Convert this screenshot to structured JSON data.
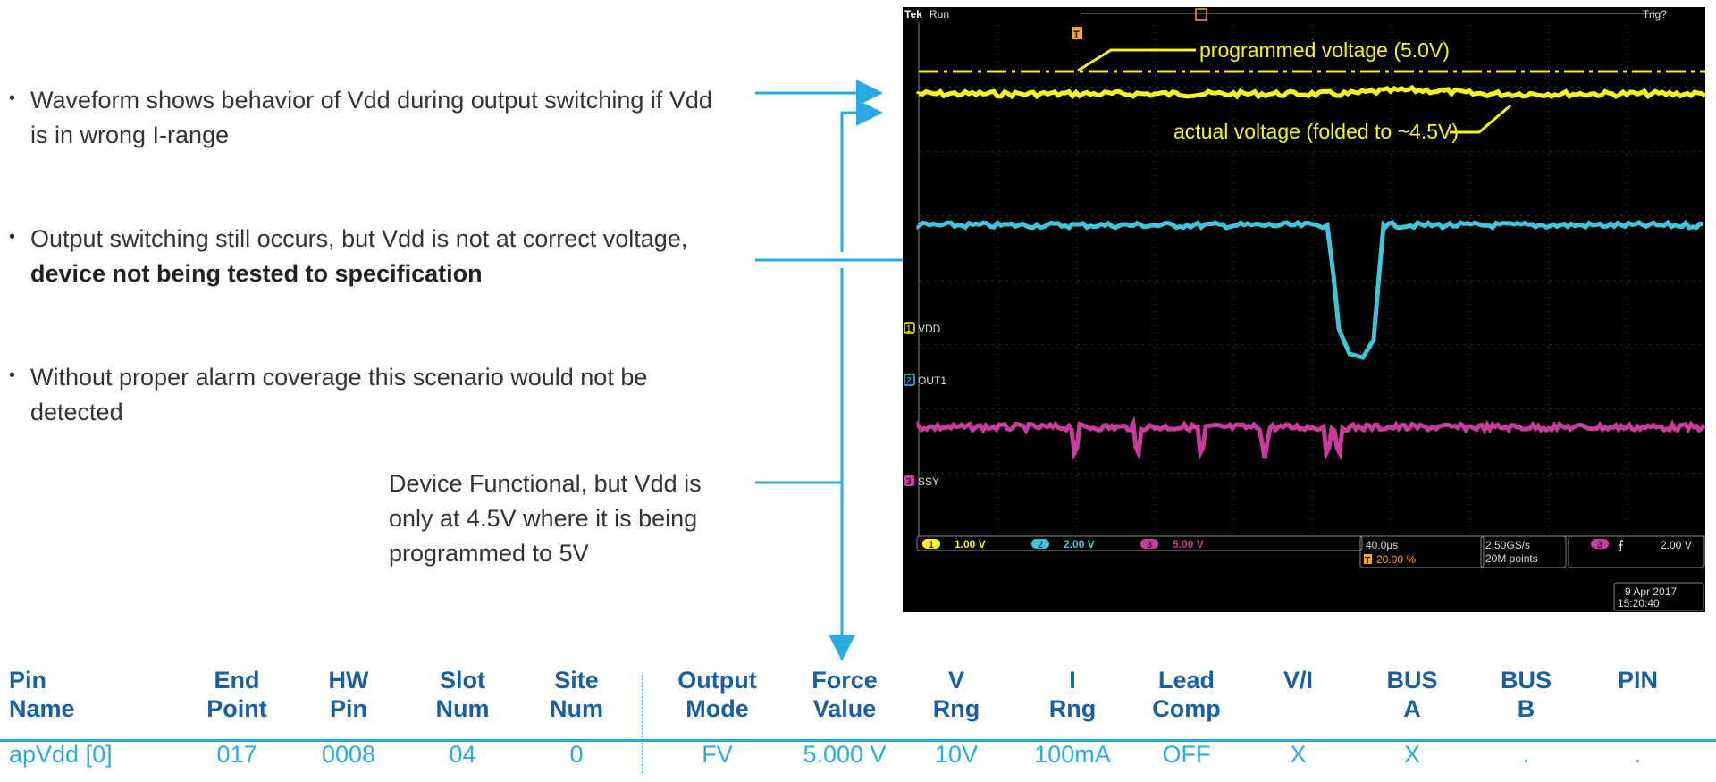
{
  "bullets": [
    "Waveform shows behavior of Vdd during output switching if Vdd is in wrong I-range",
    "Output switching still occurs, but Vdd is not at correct voltage, ",
    "Without proper alarm coverage this scenario would not be detected"
  ],
  "bullet2_bold": "device not being tested to specification",
  "bullet_marker": "•",
  "note_text": "Device Functional, but Vdd is only at 4.5V where it is being programmed to 5V",
  "colors": {
    "accent": "#29abe2",
    "header": "#1a5fa0",
    "ch1": "#f5f520",
    "ch2": "#3fc6dc",
    "ch3": "#c83c9c"
  },
  "scope": {
    "logo": "Tek",
    "run_state": "Run",
    "trig_status": "Trig?",
    "annot_programmed": "programmed voltage (5.0V)",
    "annot_actual": "actual voltage (folded to ~4.5V)",
    "ch1_label": "VDD",
    "ch2_label": "OUT1",
    "ch3_label": "SSY",
    "ch1_num": "1",
    "ch2_num": "2",
    "ch3_num": "3",
    "ch1_scale": "1.00 V",
    "ch2_scale": "2.00 V",
    "ch3_scale": "5.00 V",
    "timebase": "40.0µs",
    "trig_pos": "20.00 %",
    "sample_rate": "2.50GS/s",
    "record_length": "20M points",
    "trig_source": "3",
    "trig_slope": "⨍",
    "trig_level": "2.00 V",
    "date": "9 Apr 2017",
    "time": "15:20:40",
    "trigger_marker": "T"
  },
  "table": {
    "headers": [
      [
        "Pin",
        "Name"
      ],
      [
        "End",
        "Point"
      ],
      [
        "HW",
        "Pin"
      ],
      [
        "Slot",
        "Num"
      ],
      [
        "Site",
        "Num"
      ],
      [
        "Output",
        "Mode"
      ],
      [
        "Force",
        "Value"
      ],
      [
        "V",
        "Rng"
      ],
      [
        "I",
        "Rng"
      ],
      [
        "Lead",
        "Comp"
      ],
      [
        "V/I",
        ""
      ],
      [
        "BUS",
        "A"
      ],
      [
        "BUS",
        "B"
      ],
      [
        "PIN",
        ""
      ]
    ],
    "row": [
      "apVdd [0]",
      "017",
      "0008",
      "04",
      "0",
      "FV",
      "5.000 V",
      "10V",
      "100mA",
      "OFF",
      "X",
      "X",
      ".",
      "."
    ]
  }
}
